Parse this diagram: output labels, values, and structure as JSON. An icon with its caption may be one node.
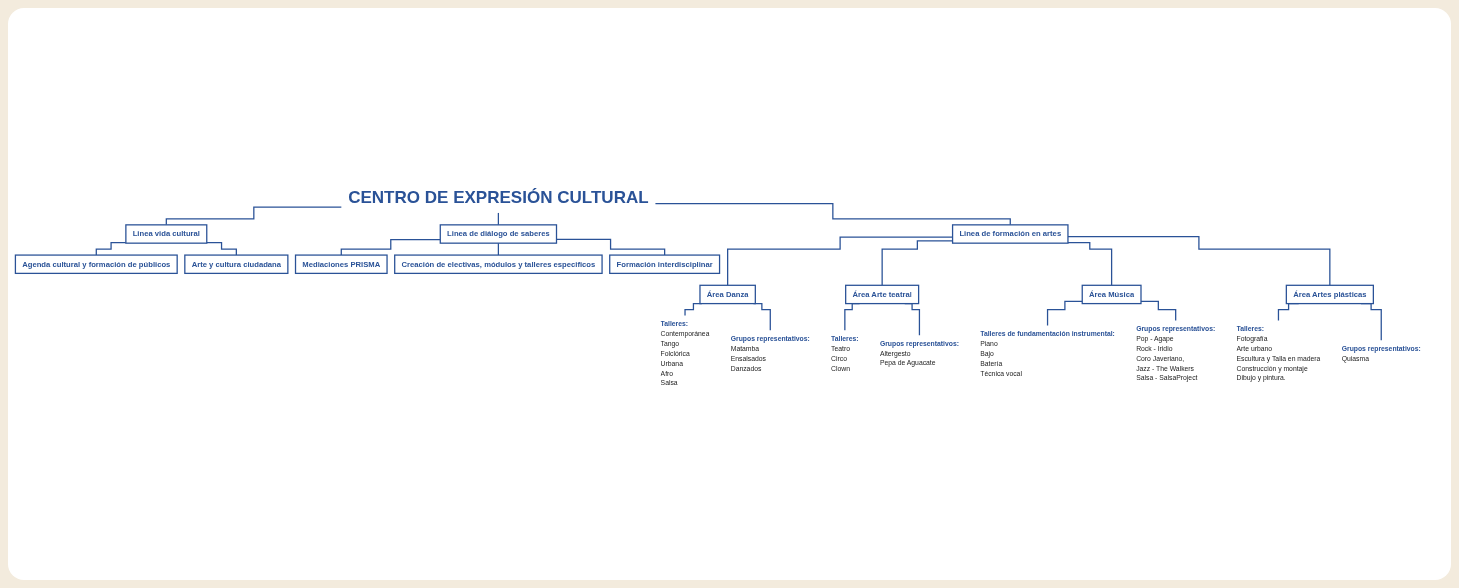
{
  "diagram": {
    "nodes": [
      {
        "text": [
          "CENTRO DE EXPRESIÓN CULTURAL"
        ]
      },
      {
        "text": [
          "Linea vida cultural"
        ]
      },
      {
        "text": [
          "Linea de formación en artes"
        ]
      },
      {
        "text": [
          "Linea de diálogo de saberes"
        ]
      },
      {
        "text": [
          "Agenda cultural y formación de públicos"
        ]
      },
      {
        "text": [
          "Arte y cultura ciudadana"
        ]
      },
      {
        "text": [
          "Mediaciones PRISMA"
        ]
      },
      {
        "text": [
          "Creación de electivas, módulos y talleres especificos"
        ]
      },
      {
        "text": [
          "Formación interdisciplinar"
        ]
      },
      {
        "text": [
          "Área Danza"
        ]
      },
      {
        "text": [
          "Área Arte teatral"
        ]
      },
      {
        "text": [
          "Área Música"
        ]
      },
      {
        "text": [
          "Área Artes plásticas"
        ]
      },
      {
        "text": [
          "Talleres:",
          "Contemporánea",
          "Tango",
          "Folclórica",
          "Urbana",
          "Afro",
          "Salsa"
        ]
      },
      {
        "text": [
          "Grupos representativos:",
          "Matamba",
          "Ensalsados",
          "Danzados"
        ]
      },
      {
        "text": [
          "Talleres:",
          "Teatro",
          "Circo",
          "Clown"
        ]
      },
      {
        "text": [
          "Grupos representativos:",
          "Altergesto",
          "Pepa de Aguacate"
        ]
      },
      {
        "text": [
          "Talleres de fundamentación instrumental:",
          "Piano",
          "Bajo",
          "Batería",
          "Técnica vocal"
        ]
      },
      {
        "text": [
          "Grupos representativos:",
          "Pop - Agape",
          "Rock - Iridio",
          "Coro Javeriano,",
          "Jazz - The Walkers",
          "Salsa - SalsaProject"
        ]
      },
      {
        "text": [
          "Talleres:",
          "Fotografía",
          "Arte urbano",
          "Escultura y Talla en madera",
          "Construcción y montaje",
          "Dibujo y pintura."
        ]
      },
      {
        "text": [
          "Grupos representativos:",
          "Quiasma"
        ]
      }
    ],
    "edges": [
      {
        "from": 0,
        "to": 1,
        "arrow": "none"
      },
      {
        "from": 0,
        "to": 2,
        "arrow": "none"
      },
      {
        "from": 0,
        "to": 3,
        "arrow": "none"
      },
      {
        "from": 1,
        "to": 4,
        "arrow": "none"
      },
      {
        "from": 1,
        "to": 5,
        "arrow": "none"
      },
      {
        "from": 3,
        "to": 6,
        "arrow": "none"
      },
      {
        "from": 3,
        "to": 7,
        "arrow": "none"
      },
      {
        "from": 3,
        "to": 8,
        "arrow": "none"
      },
      {
        "from": 2,
        "to": 9,
        "arrow": "none"
      },
      {
        "from": 2,
        "to": 10,
        "arrow": "none"
      },
      {
        "from": 2,
        "to": 11,
        "arrow": "none"
      },
      {
        "from": 2,
        "to": 12,
        "arrow": "none"
      },
      {
        "from": 9,
        "to": 13,
        "arrow": "none"
      },
      {
        "from": 9,
        "to": 14,
        "arrow": "none"
      },
      {
        "from": 10,
        "to": 15,
        "arrow": "none"
      },
      {
        "from": 10,
        "to": 16,
        "arrow": "none"
      },
      {
        "from": 11,
        "to": 17,
        "arrow": "none"
      },
      {
        "from": 11,
        "to": 18,
        "arrow": "none"
      },
      {
        "from": 12,
        "to": 19,
        "arrow": "none"
      },
      {
        "from": 12,
        "to": 20,
        "arrow": "none"
      }
    ]
  }
}
